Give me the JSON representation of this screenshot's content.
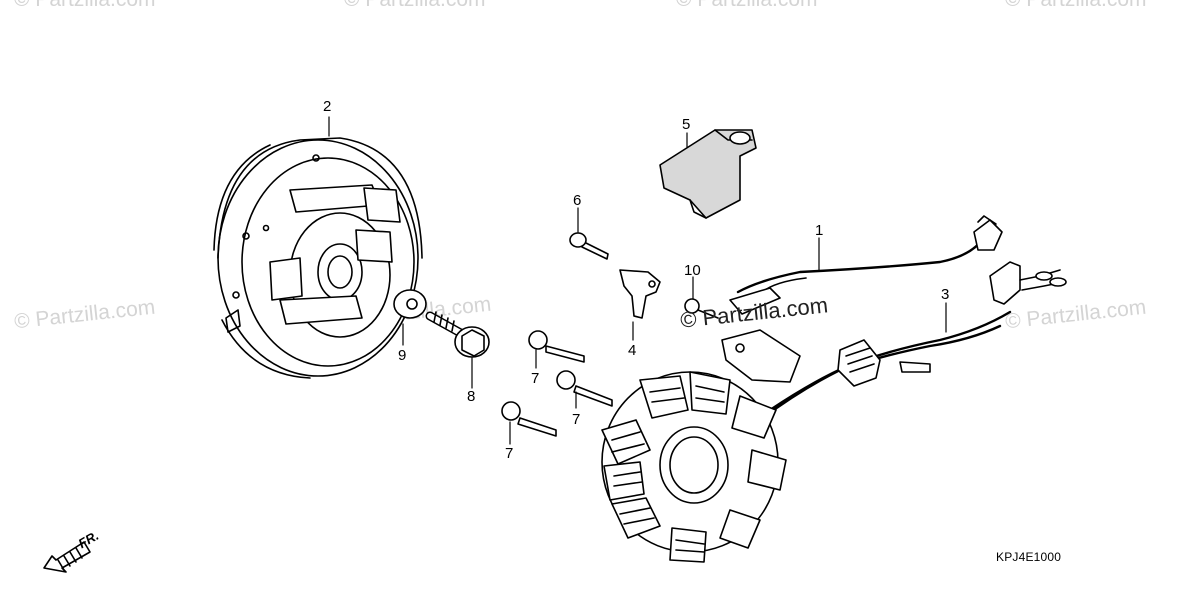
{
  "watermarks": {
    "top": [
      "© Partzilla.com",
      "© Partzilla.com",
      "© Partzilla.com",
      "© Partzilla.com"
    ],
    "mid_left": "© Partzilla.com",
    "mid_center": "© Partzilla.com",
    "mid_right": "© Partzilla.com",
    "center_dark": "© Partzilla.com"
  },
  "callouts": [
    "1",
    "2",
    "3",
    "4",
    "5",
    "6",
    "7",
    "7",
    "7",
    "8",
    "9",
    "10"
  ],
  "direction_label": "FR.",
  "diagram_code": "KPJ4E1000"
}
